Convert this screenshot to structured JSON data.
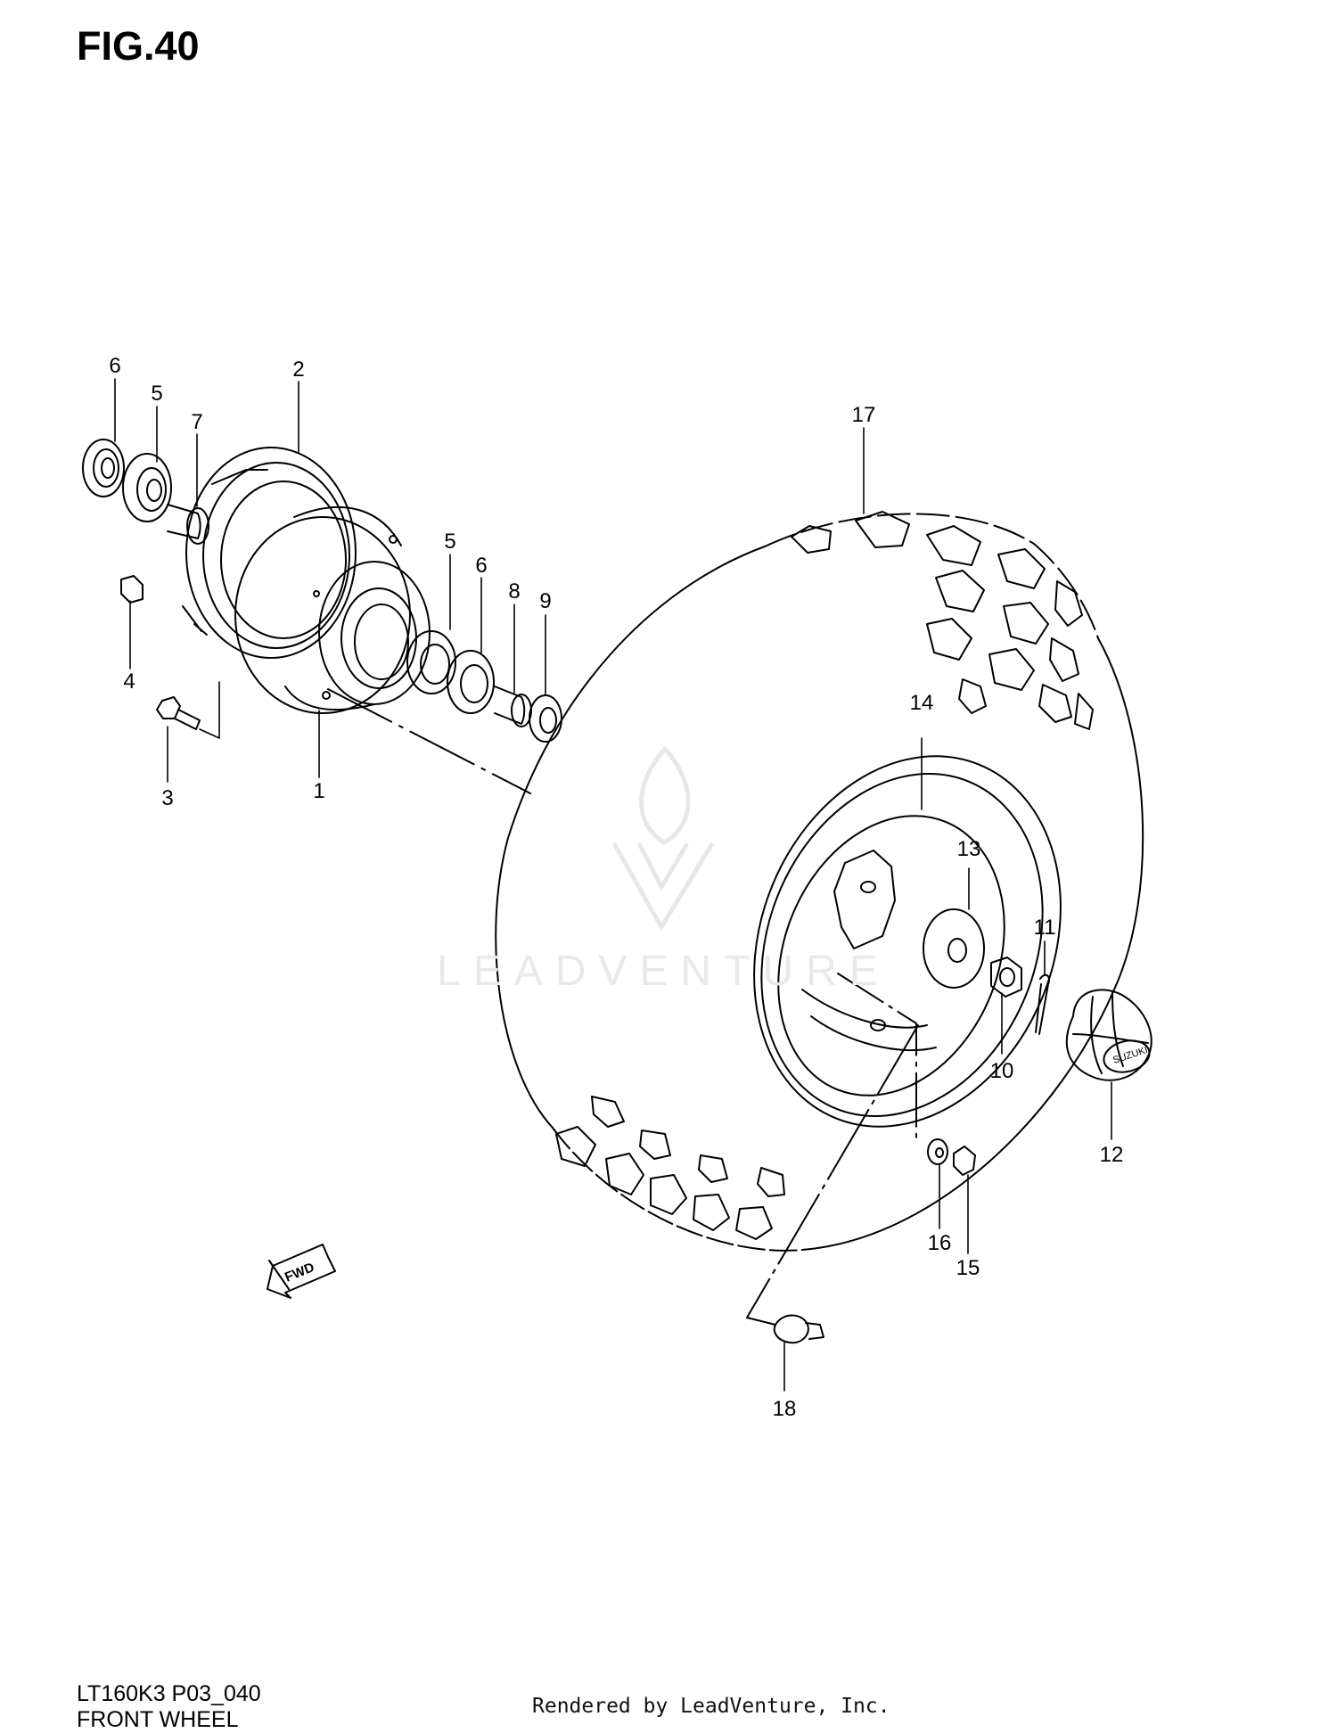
{
  "figure_title": "FIG.40",
  "model_code": "LT160K3 P03_040",
  "caption": "FRONT WHEEL",
  "render_credit": "Rendered by LeadVenture, Inc.",
  "watermark": "LEADVENTURE",
  "direction_label": "FWD",
  "cap_brand": "SUZUKI",
  "callouts": {
    "c6a": "6",
    "c5a": "5",
    "c2": "2",
    "c7": "7",
    "c4": "4",
    "c3": "3",
    "c1": "1",
    "c5b": "5",
    "c6b": "6",
    "c8": "8",
    "c9": "9",
    "c17": "17",
    "c14": "14",
    "c13": "13",
    "c11": "11",
    "c10": "10",
    "c12": "12",
    "c16": "16",
    "c15": "15",
    "c18": "18"
  }
}
